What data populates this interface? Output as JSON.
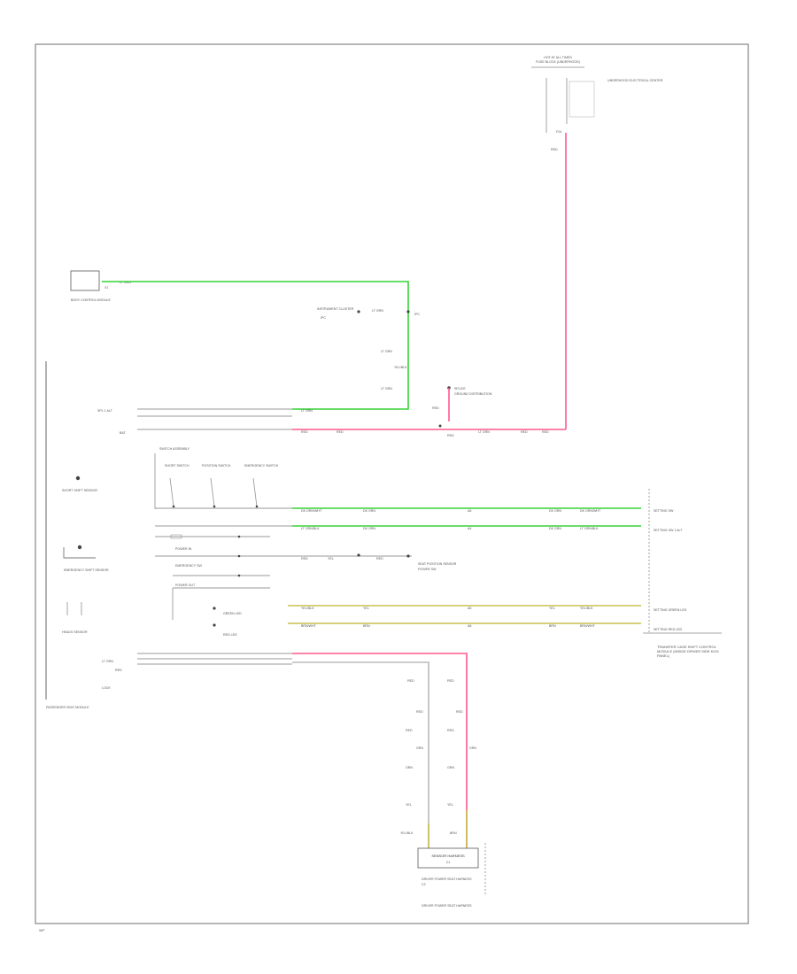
{
  "colors": {
    "green": "#36d236",
    "pink": "#ff5a8c",
    "yellow": "#c8c050",
    "frame": "#6e6e6e"
  },
  "labels": {
    "hot_at_all_times": "HOT AT ALL TIMES",
    "fuse_block": "FUSE BLOCK (UNDERHOOD)",
    "underhood_fuse_detail": "UNDERHOOD ELECTRICAL CENTER",
    "fuse_name": "F24",
    "wire_red_top": "RED",
    "body_control": "BODY CONTROL MODULE",
    "bcm_ltgrn": "LT GRN",
    "bcm_pin": "X1",
    "instrument_cluster": "INSTRUMENT CLUSTER",
    "ipc_label": "IPC",
    "ltgrn_1": "LT GRN",
    "ltgrn_2": "LT GRN",
    "yel_blk": "YEL/BLK",
    "ltgrn_3": "LT GRN",
    "splice": "SPLICE",
    "ground_distribution": "GROUND DISTRIBUTION",
    "left_vdc": "SPL 1 ALT",
    "bat": "BAT",
    "ltgrn_h1": "LT GRN",
    "red_h1": "RED",
    "red_h2": "RED",
    "red_h3": "RED",
    "ltgrn_h4": "LT GRN",
    "red_h5": "RED",
    "red_h6": "RED",
    "switch_block": "SWITCH ASSEMBLY",
    "sw_1": "SHORT SWITCH",
    "sw_2": "POSITION SWITCH",
    "sw_3": "EMERGENCY SWITCH",
    "sens_1": "SHORT SHIFT SENSOR",
    "sens_2": "EMERGENCY SHIFT SENSOR",
    "sens_3": "HEADS SENSOR",
    "mid_box_1": "POWER IN",
    "mid_box_2": "EMERGENCY SW",
    "mid_box_3": "POWER OUT",
    "mid_sub_1": "POWER SW",
    "mid_sub_2": "GREEN LED",
    "mid_sub_3": "RED LED",
    "mid_red_1": "RED",
    "mid_red_2": "YEL",
    "mid_red_3": "RED",
    "mid_component": "SEAT POSITION SENSOR",
    "row1_a": "DK GRN/WHT",
    "row1_b": "DK GRN",
    "row1_c": "A6",
    "row1_d": "DK GRN",
    "row1_e": "DK GRN/WHT",
    "row1_right": "SETTING SW",
    "row2_a": "LT GRN/BLK",
    "row2_b": "DK GRN",
    "row2_c": "A4",
    "row2_d": "DK GRN",
    "row2_e": "LT GRN/BLK",
    "row2_right": "SETTING SW 1 ALT",
    "row3_a": "YEL/BLK",
    "row3_b": "YEL",
    "row3_c": "A5",
    "row3_d": "YEL",
    "row3_e": "YEL/BLK",
    "row3_right": "SETTING GREEN LED",
    "row4_a": "BRN/WHT",
    "row4_b": "BRN",
    "row4_c": "A8",
    "row4_d": "BRN",
    "row4_e": "BRN/WHT",
    "row4_right": "SETTING RED LED",
    "right_module": "TRANSFER CASE SHIFT CONTROL MODULE (INSIDE DRIVER SIDE KICK PANEL)",
    "bot_left_1": "LT GRN",
    "bot_left_2": "RED",
    "bot_left_3": "LOCK",
    "bot_left_module": "PASSENGER SEAT MODULE",
    "vert_1": "RED",
    "vert_2": "RED",
    "vert_3": "RED",
    "vert_4": "RED",
    "vert_5": "RED",
    "vert_6": "RED",
    "vert_7": "GRN",
    "vert_8": "GRN",
    "vert_9": "GRN",
    "vert_10": "GRN",
    "vert_11": "YEL",
    "vert_12": "YEL",
    "bottom_box": "SENSOR HARNESS",
    "bottom_box_pin": "C1",
    "bottom_component_1": "DRIVER POWER SEAT HARNESS",
    "bottom_component_2": "DRIVER POWER SEAT HARNESS",
    "bottom_connector": "C2",
    "corner_mark": "W/F"
  }
}
